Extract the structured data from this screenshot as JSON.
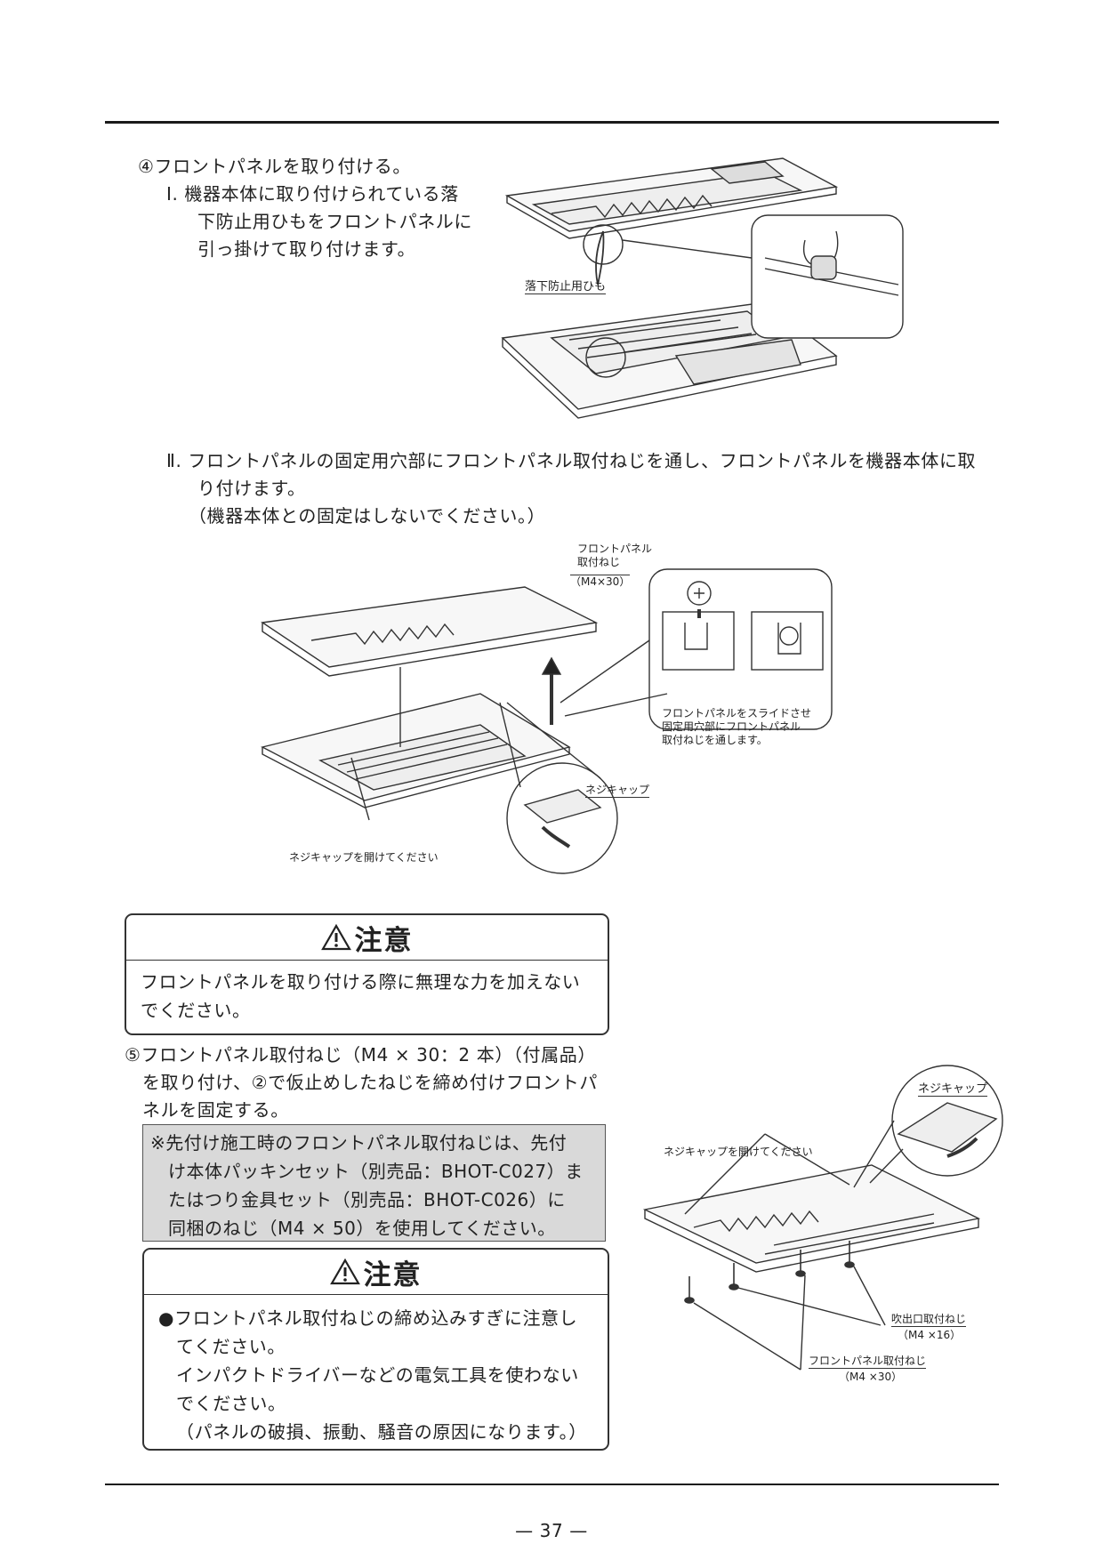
{
  "step4": {
    "title": "④フロントパネルを取り付ける。",
    "sub1": [
      "Ⅰ. 機器本体に取り付けられている落",
      "下防止用ひもをフロントパネルに",
      "引っ掛けて取り付けます。"
    ],
    "sub2": [
      "Ⅱ. フロントパネルの固定用穴部にフロントパネル取付ねじを通し、フロントパネルを機器本体に取",
      "り付けます。",
      "（機器本体との固定はしないでください。）"
    ]
  },
  "fig1": {
    "label": "落下防止用ひも"
  },
  "fig2": {
    "screw_label": [
      "フロントパネル",
      "取付ねじ",
      "（M4×30）"
    ],
    "detail_caption": [
      "フロントパネルをスライドさせ",
      "固定用穴部にフロントパネル",
      "取付ねじを通します。"
    ],
    "cap_label": "ネジキャップ",
    "open_cap": "ネジキャップを開けてください"
  },
  "caution1": {
    "title": "注意",
    "lines": [
      "フロントパネルを取り付ける際に無理な力を加えない",
      "でください。"
    ]
  },
  "step5": {
    "lines": [
      "⑤フロントパネル取付ねじ（M4 × 30：2 本）（付属品）",
      "を取り付け、②で仮止めしたねじを締め付けフロントパ",
      "ネルを固定する。"
    ],
    "note": [
      "※先付け施工時のフロントパネル取付ねじは、先付",
      "け本体パッキンセット（別売品：BHOT-C027）ま",
      "たはつり金具セット（別売品：BHOT-C026）に",
      "同梱のねじ（M4 × 50）を使用してください。"
    ]
  },
  "caution2": {
    "title": "注意",
    "lines": [
      "●フロントパネル取付ねじの締め込みすぎに注意し",
      "てください。",
      "インパクトドライバーなどの電気工具を使わない",
      "でください。",
      "（パネルの破損、振動、騒音の原因になります。）"
    ]
  },
  "fig3": {
    "cap_label": "ネジキャップ",
    "open_cap": "ネジキャップを開けてください",
    "outlet_screw": "吹出口取付ねじ",
    "outlet_size": "（M4 ×16）",
    "panel_screw": "フロントパネル取付ねじ",
    "panel_size": "（M4 ×30）"
  },
  "page_number": "— 37 —"
}
